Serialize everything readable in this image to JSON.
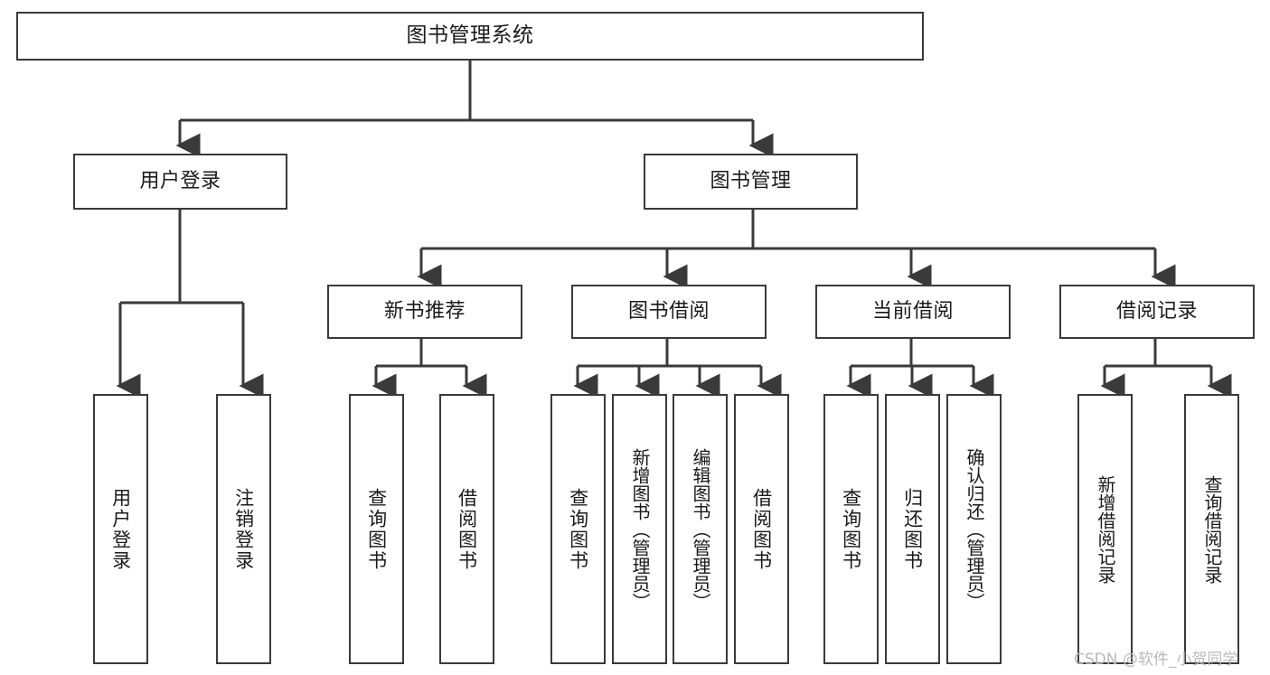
{
  "diagram": {
    "type": "tree",
    "title": "图书管理系统",
    "root": {
      "label": "图书管理系统"
    },
    "level2": [
      {
        "label": "用户登录"
      },
      {
        "label": "图书管理"
      }
    ],
    "level3": [
      {
        "label": "新书推荐"
      },
      {
        "label": "图书借阅"
      },
      {
        "label": "当前借阅"
      },
      {
        "label": "借阅记录"
      }
    ],
    "leaves": {
      "user_login": [
        {
          "label": "用户登录"
        },
        {
          "label": "注销登录"
        }
      ],
      "new_book_recommend": [
        {
          "label": "查询图书"
        },
        {
          "label": "借阅图书"
        }
      ],
      "book_borrow": [
        {
          "label": "查询图书"
        },
        {
          "label": "新增图书（管理员）"
        },
        {
          "label": "编辑图书（管理员）"
        },
        {
          "label": "借阅图书"
        }
      ],
      "current_borrow": [
        {
          "label": "查询图书"
        },
        {
          "label": "归还图书"
        },
        {
          "label": "确认归还（管理员）"
        }
      ],
      "borrow_record": [
        {
          "label": "新增借阅记录"
        },
        {
          "label": "查询借阅记录"
        }
      ]
    }
  },
  "watermark": {
    "text": "CSDN @软件_小贺同学"
  },
  "colors": {
    "stroke": "#3a3a3a",
    "background": "#ffffff",
    "text": "#1a1a1a",
    "watermark": "#b9b9b9"
  }
}
